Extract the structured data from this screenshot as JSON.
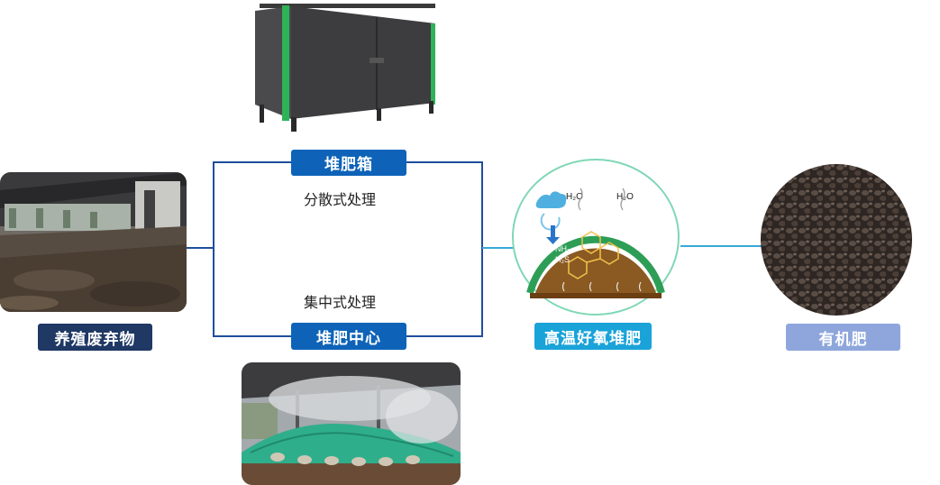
{
  "nodes": {
    "waste": {
      "label": "养殖废弃物"
    },
    "box": {
      "label": "堆肥箱"
    },
    "center": {
      "label": "堆肥中心"
    },
    "compost": {
      "label": "高温好氧堆肥",
      "h2o_1": "H₂O",
      "h2o_2": "H₂O",
      "nh3": "NH₃",
      "h2s": "H₂S"
    },
    "fertilizer": {
      "label": "有机肥"
    }
  },
  "captions": {
    "dispersed": "分散式处理",
    "centralized": "集中式处理"
  },
  "colors": {
    "label_dark": "#1f3864",
    "label_blue": "#0e63b8",
    "label_cyan": "#1aa3d9",
    "label_lavender": "#8ea6dc",
    "line_dark": "#1f4e9c",
    "line_light": "#36a9d8",
    "compost_green": "#2e9e57"
  },
  "icons": {
    "cloud": "cloud-icon",
    "arrow_down": "arrow-down-icon"
  }
}
